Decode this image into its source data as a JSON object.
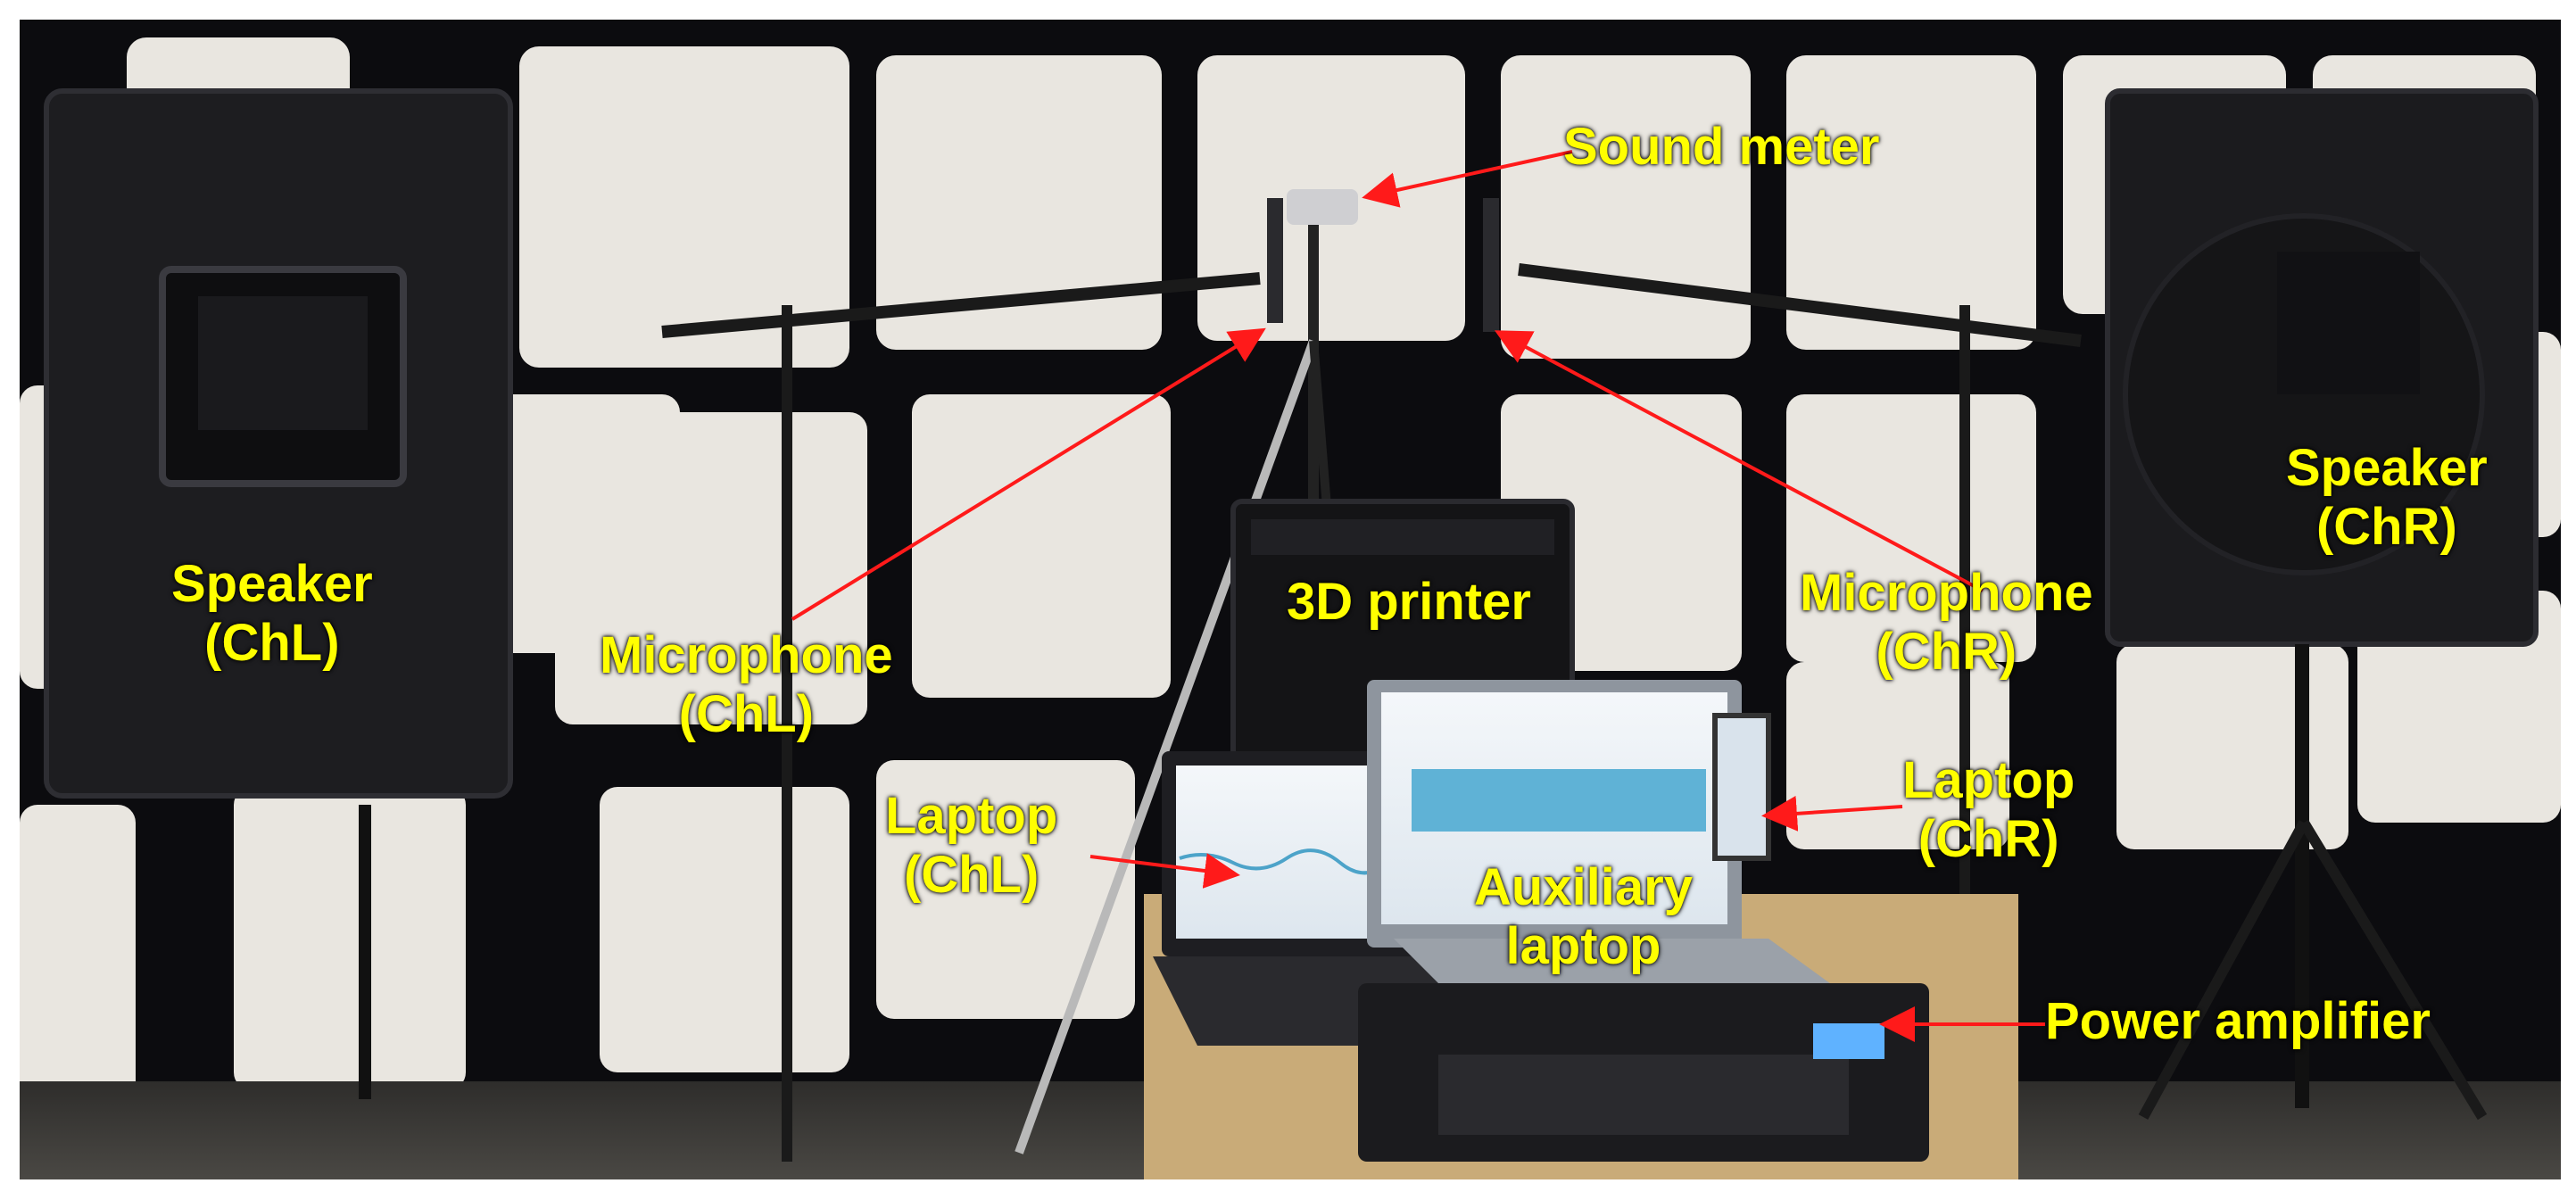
{
  "labels": {
    "sound_meter": "Sound meter",
    "microphone_chl_line1": "Microphone",
    "microphone_chl_line2": "(ChL)",
    "microphone_chr_line1": "Microphone",
    "microphone_chr_line2": "(ChR)",
    "speaker_chl_line1": "Speaker",
    "speaker_chl_line2": "(ChL)",
    "speaker_chr_line1": "Speaker",
    "speaker_chr_line2": "(ChR)",
    "printer_3d": "3D printer",
    "laptop_chl_line1": "Laptop",
    "laptop_chl_line2": "(ChL)",
    "laptop_chr_line1": "Laptop",
    "laptop_chr_line2": "(ChR)",
    "aux_laptop_line1": "Auxiliary",
    "aux_laptop_line2": "laptop",
    "power_amplifier": "Power amplifier"
  },
  "colors": {
    "label_text": "#ffff00",
    "arrow": "#ff1a1a",
    "panel": "#e9e6e0",
    "wall": "#0c0c0f",
    "floor": "#3a3936",
    "table": "#c9ab78"
  }
}
